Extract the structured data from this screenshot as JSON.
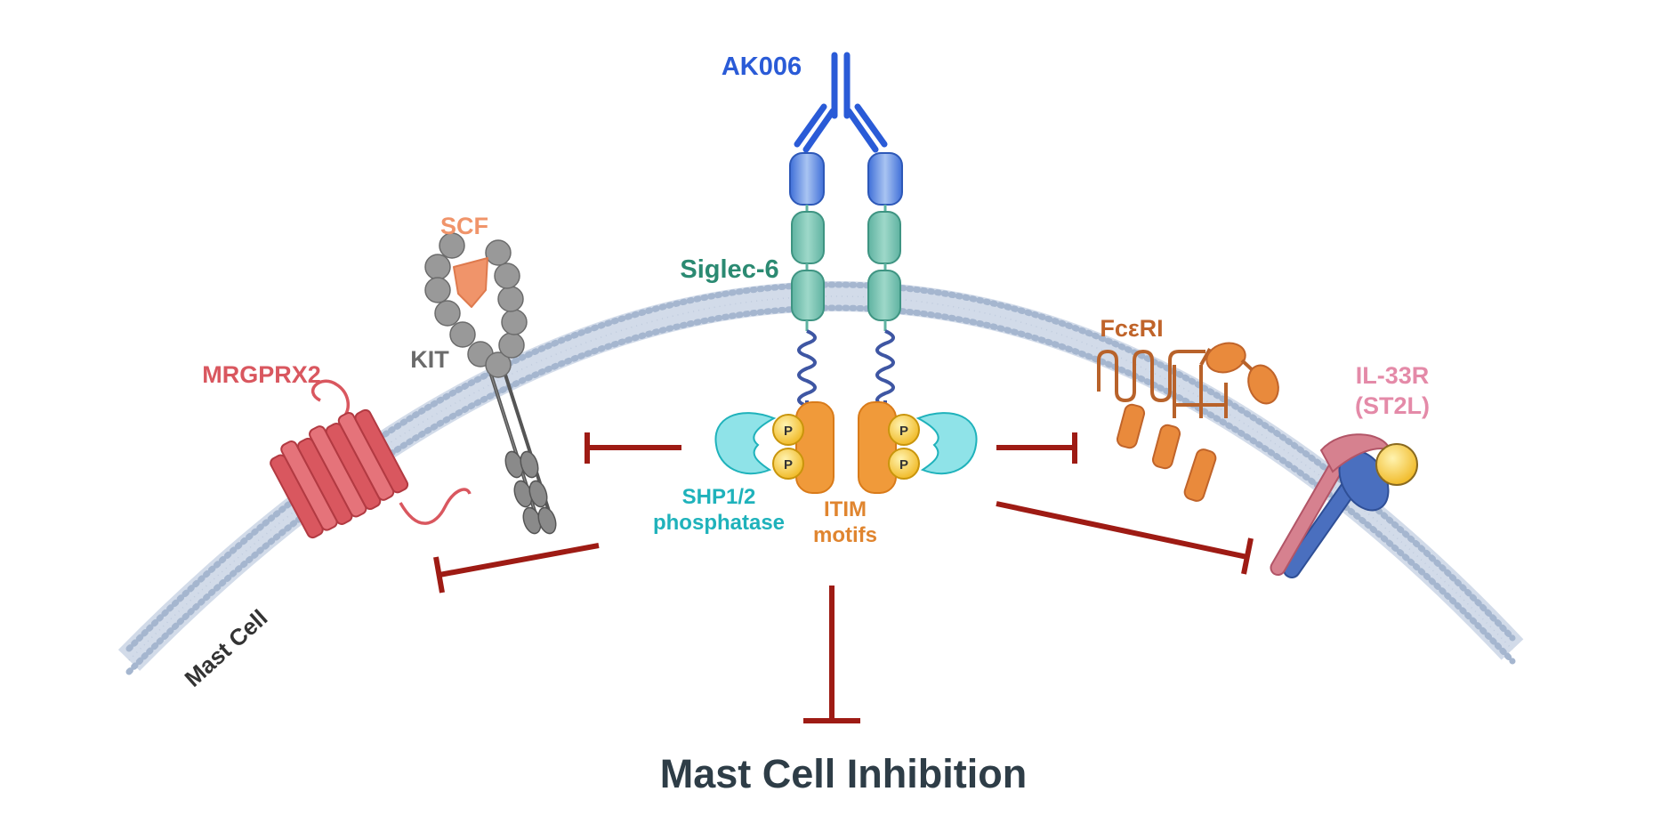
{
  "labels": {
    "antibody": "AK006",
    "scf": "SCF",
    "siglec": "Siglec-6",
    "kit": "KIT",
    "mrgprx2": "MRGPRX2",
    "fceri": "FcεRI",
    "il33r_line1": "IL-33R",
    "il33r_line2": "(ST2L)",
    "shp_line1": "SHP1/2",
    "shp_line2": "phosphatase",
    "itim_line1": "ITIM",
    "itim_line2": "motifs",
    "membrane": "Mast Cell",
    "phospho": "P",
    "title": "Mast Cell Inhibition"
  },
  "colors": {
    "antibody": "#2a5bd7",
    "scf": "#f0946a",
    "siglec": "#2b8a72",
    "kit": "#6b6b6b",
    "mrgprx2": "#d9575f",
    "fceri": "#c0642a",
    "il33r": "#e48aa8",
    "shp": "#1fb2bb",
    "itim": "#e0852f",
    "inhibit": "#9e1b14",
    "membrane": "#d2dbe9",
    "membrane_dots": "#a5b6cf",
    "title": "#2e3d47"
  }
}
